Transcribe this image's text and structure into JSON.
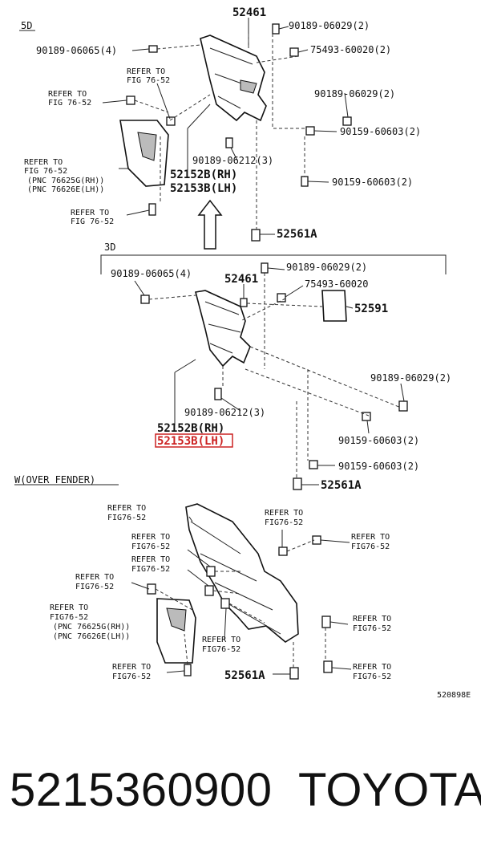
{
  "sections": {
    "s5d": "5D",
    "s3d": "3D",
    "over_fender": "W(OVER FENDER)"
  },
  "top": {
    "p52461": "52461",
    "p90189_06029": "90189-06029(2)",
    "p90189_06065": "90189-06065(4)",
    "p75493_60020": "75493-60020(2)",
    "refer_a1": "REFER TO",
    "refer_a2": "FIG 76-52",
    "refer_b1": "REFER TO",
    "refer_b2": "FIG 76-52",
    "p90189_06029b": "90189-06029(2)",
    "p90159_60603a": "90159-60603(2)",
    "refer_c1": "REFER TO",
    "refer_c2": "FIG 76-52",
    "refer_c3": "(PNC 76625G(RH))",
    "refer_c4": "(PNC 76626E(LH))",
    "p90189_06212": "90189-06212(3)",
    "p52152b": "52152B(RH)",
    "p52153b": "52153B(LH)",
    "p90159_60603b": "90159-60603(2)",
    "refer_d1": "REFER TO",
    "refer_d2": "FIG 76-52",
    "p52561a": "52561A"
  },
  "mid": {
    "p90189_06065": "90189-06065(4)",
    "p52461": "52461",
    "p90189_06029": "90189-06029(2)",
    "p75493_60020": "75493-60020",
    "p52591": "52591",
    "p90189_06029b": "90189-06029(2)",
    "p90189_06212": "90189-06212(3)",
    "p52152b": "52152B(RH)",
    "p52153b": "52153B(LH)",
    "p90159_60603a": "90159-60603(2)",
    "p90159_60603b": "90159-60603(2)",
    "p52561a": "52561A"
  },
  "bottom": {
    "r1a": "REFER TO",
    "r1b": "FIG76-52",
    "r2a": "REFER TO",
    "r2b": "FIG76-52",
    "r3a": "REFER TO",
    "r3b": "FIG76-52",
    "r4a": "REFER TO",
    "r4b": "FIG76-52",
    "r5a": "REFER TO",
    "r5b": "FIG76-52",
    "r6a": "REFER TO",
    "r6b": "FIG76-52",
    "r7a": "REFER TO",
    "r7b": "FIG76-52",
    "r7c": "(PNC 76625G(RH))",
    "r7d": "(PNC 76626E(LH))",
    "r8a": "REFER TO",
    "r8b": "FIG76-52",
    "r9a": "REFER TO",
    "r9b": "FIG76-52",
    "r10a": "REFER TO",
    "r10b": "FIG76-52",
    "p52561a": "52561A",
    "r11a": "REFER TO",
    "r11b": "FIG76-52"
  },
  "diagram_code": "520898E",
  "footer": {
    "part_number": "5215360900",
    "brand": "TOYOTA"
  },
  "highlight_color": "#cc2222"
}
